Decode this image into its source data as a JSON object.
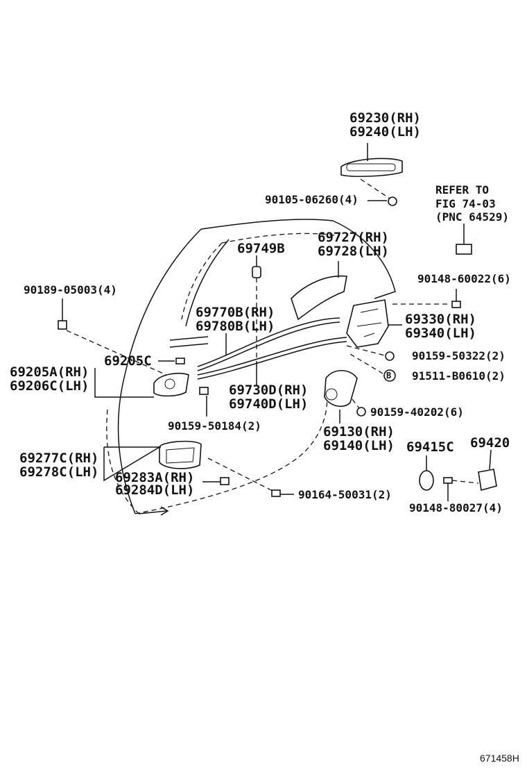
{
  "labels": {
    "outer_handle": [
      "69230(RH)",
      "69240(LH)"
    ],
    "outer_handle_bolt": "90105-06260(4)",
    "refer": [
      "REFER TO",
      "FIG 74-03",
      "(PNC 64529)"
    ],
    "control_link": [
      "69727(RH)",
      "69728(LH)"
    ],
    "clip_749": "69749B",
    "screw_600": "90148-60022(6)",
    "clip_500": "90189-05003(4)",
    "cable_770": [
      "69770B(RH)",
      "69780B(LH)"
    ],
    "lock_assy": [
      "69330(RH)",
      "69340(LH)"
    ],
    "clip_205c": "69205C",
    "inner_handle": [
      "69205A(RH)",
      "69206C(LH)"
    ],
    "screw_503": "90159-50322(2)",
    "bolt_b06": "91511-B0610(2)",
    "b_marker": "B",
    "cable_730": [
      "69730D(RH)",
      "69740D(LH)"
    ],
    "screw_402": "90159-40202(6)",
    "screw_501": "90159-50184(2)",
    "cylinder": [
      "69130(RH)",
      "69140(LH)"
    ],
    "part_415": "69415C",
    "part_420": "69420",
    "bezel": [
      "69277C(RH)",
      "69278C(LH)"
    ],
    "bezel_cover": [
      "69283A(RH)",
      "69284D(LH)"
    ],
    "screw_500": "90164-50031(2)",
    "screw_800": "90148-80027(4)"
  },
  "figure_code": "671458H"
}
